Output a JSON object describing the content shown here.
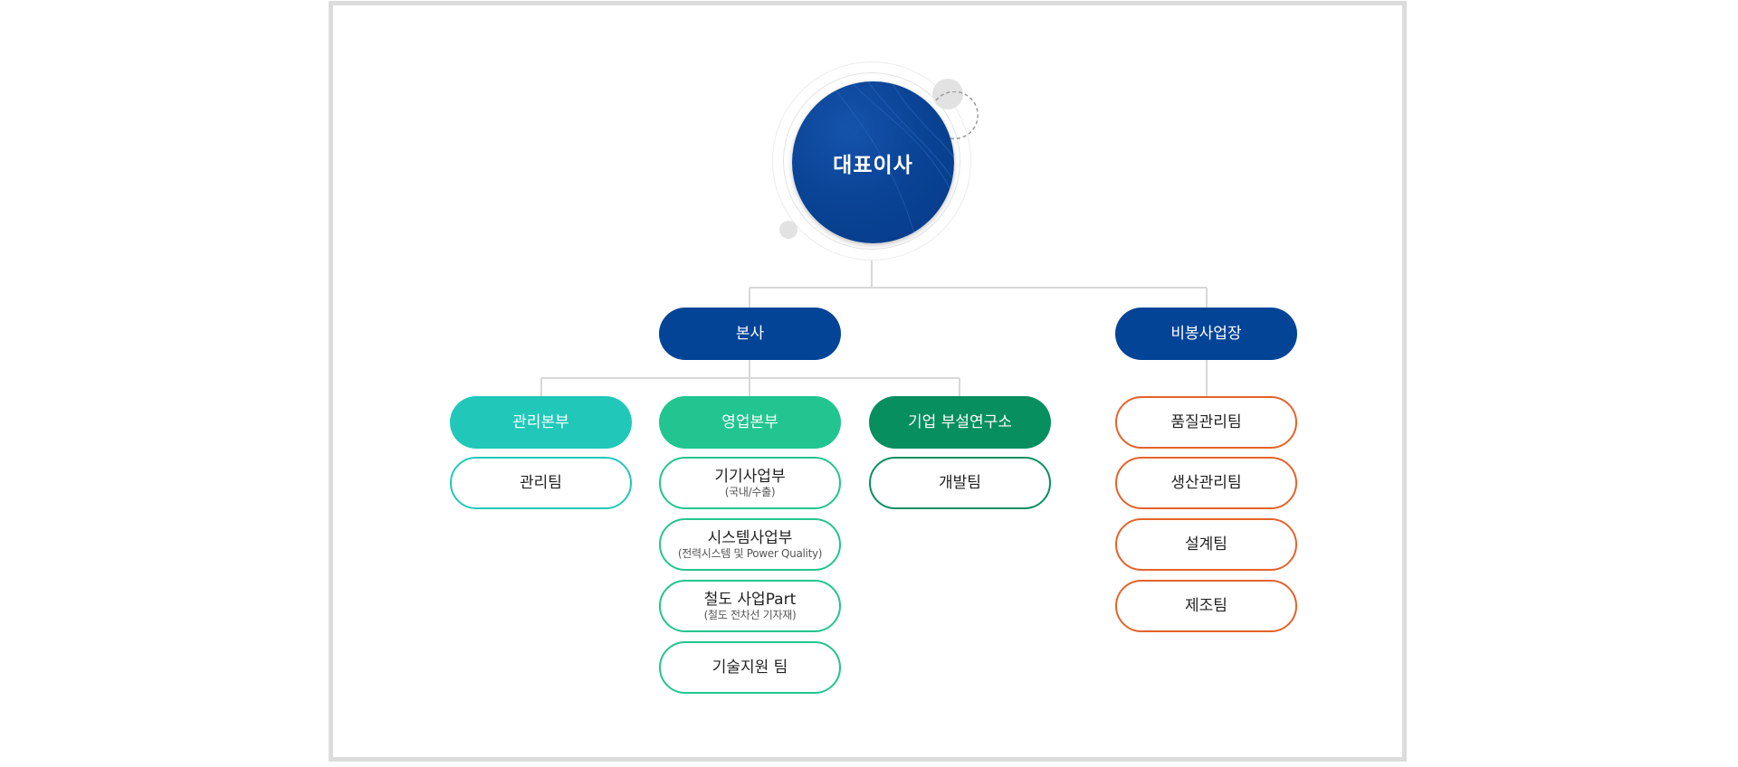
{
  "ceo": {
    "label": "대표이사"
  },
  "headquarters": {
    "label": "본사"
  },
  "business_site": {
    "label": "비봉사업장"
  },
  "divisions": {
    "admin": {
      "label": "관리본부",
      "teams": [
        {
          "main": "관리팀",
          "sub": ""
        }
      ]
    },
    "sales": {
      "label": "영업본부",
      "teams": [
        {
          "main": "기기사업부",
          "sub": "(국내/수출)"
        },
        {
          "main": "시스템사업부",
          "sub": "(전력시스템 및 Power Quality)"
        },
        {
          "main": "철도 사업Part",
          "sub": "(철도 전차선 기자재)"
        },
        {
          "main": "기술지원 팀",
          "sub": ""
        }
      ]
    },
    "rnd": {
      "label": "기업 부설연구소",
      "teams": [
        {
          "main": "개발팀",
          "sub": ""
        }
      ]
    }
  },
  "site_teams": [
    {
      "main": "품질관리팀"
    },
    {
      "main": "생산관리팀"
    },
    {
      "main": "설계팀"
    },
    {
      "main": "제조팀"
    }
  ],
  "colors": {
    "navy": "#034497",
    "teal": "#21c8b9",
    "mint": "#22c58f",
    "forest": "#078f5f",
    "orange": "#e4632a",
    "connector": "#d8d8d8"
  }
}
